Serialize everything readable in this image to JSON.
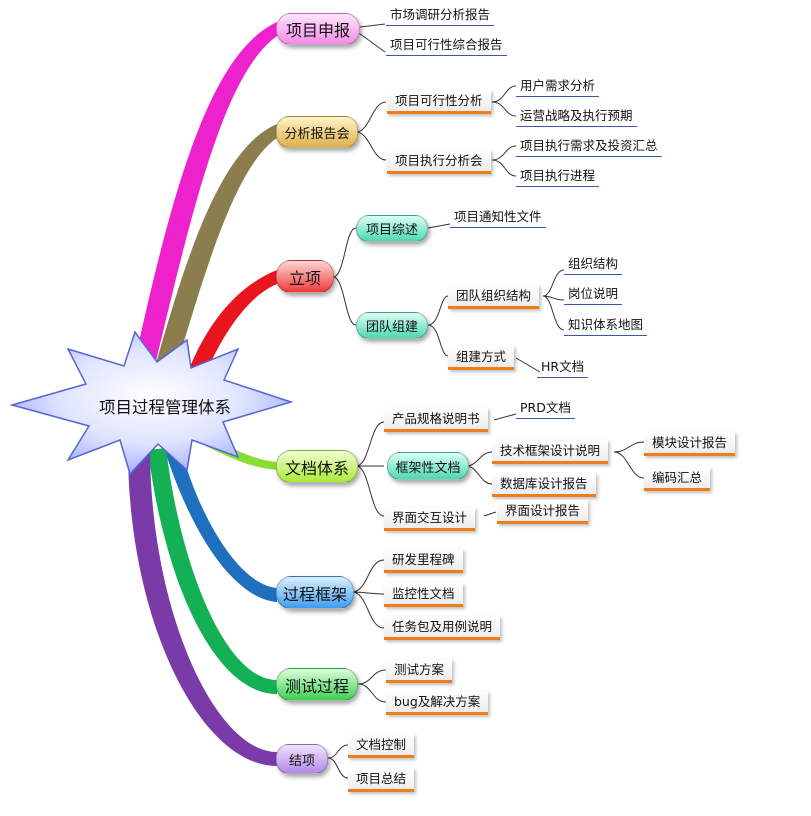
{
  "root": {
    "label": "项目过程管理体系"
  },
  "colors": {
    "root_fill": "#a8b4ff",
    "root_stroke": "#5565d8",
    "connector": "#333333",
    "box_underline": "#f07d1a",
    "leaf_underline": "#3a5aa8"
  },
  "branches": {
    "b1": {
      "label": "项目申报",
      "color": "#ee22cc",
      "children": {
        "c1": "市场调研分析报告",
        "c2": "项目可行性综合报告"
      }
    },
    "b2": {
      "label": "分析报告会",
      "color": "#8b7d4e",
      "children": {
        "c1": {
          "label": "项目可行性分析",
          "children": {
            "d1": "用户需求分析",
            "d2": "运营战略及执行预期"
          }
        },
        "c2": {
          "label": "项目执行分析会",
          "children": {
            "d1": "项目执行需求及投资汇总",
            "d2": "项目执行进程"
          }
        }
      }
    },
    "b3": {
      "label": "立项",
      "color": "#e8141e",
      "children": {
        "c1": {
          "label": "项目综述",
          "children": {
            "d1": "项目通知性文件"
          }
        },
        "c2": {
          "label": "团队组建",
          "children": {
            "d1": {
              "label": "团队组织结构",
              "children": {
                "e1": "组织结构",
                "e2": "岗位说明",
                "e3": "知识体系地图"
              }
            },
            "d2": {
              "label": "组建方式",
              "children": {
                "e1": "HR文档"
              }
            }
          }
        }
      }
    },
    "b4": {
      "label": "文档体系",
      "color": "#88dd33",
      "children": {
        "c1": {
          "label": "产品规格说明书",
          "children": {
            "d1": "PRD文档"
          }
        },
        "c2": {
          "label": "框架性文档",
          "children": {
            "d1": {
              "label": "技术框架设计说明",
              "children": {
                "e1": "模块设计报告",
                "e2": "编码汇总"
              }
            },
            "d2": {
              "label": "数据库设计报告"
            }
          }
        },
        "c3": {
          "label": "界面交互设计",
          "children": {
            "d1": "界面设计报告"
          }
        }
      }
    },
    "b5": {
      "label": "过程框架",
      "color": "#1e6fc0",
      "children": {
        "c1": "研发里程碑",
        "c2": "监控性文档",
        "c3": "任务包及用例说明"
      }
    },
    "b6": {
      "label": "测试过程",
      "color": "#14b054",
      "children": {
        "c1": "测试方案",
        "c2": "bug及解决方案"
      }
    },
    "b7": {
      "label": "结项",
      "color": "#7a3aa8",
      "children": {
        "c1": "文档控制",
        "c2": "项目总结"
      }
    }
  }
}
